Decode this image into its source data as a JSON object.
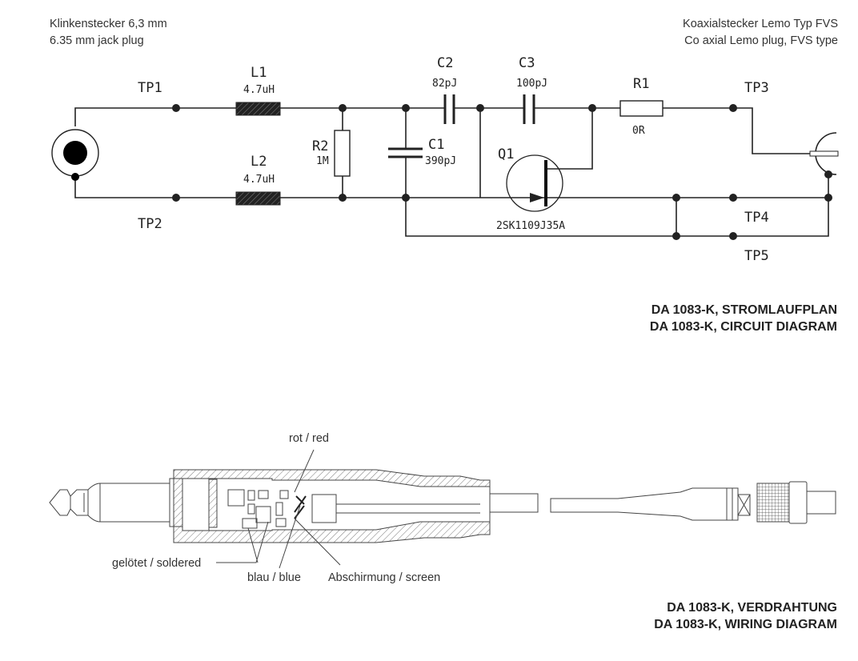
{
  "header": {
    "left_de": "Klinkenstecker 6,3 mm",
    "left_en": "6.35 mm jack plug",
    "right_de": "Koaxialstecker Lemo Typ FVS",
    "right_en": "Co axial Lemo plug, FVS type"
  },
  "circuit": {
    "tp1": "TP1",
    "tp2": "TP2",
    "tp3": "TP3",
    "tp4": "TP4",
    "tp5": "TP5",
    "l1": "L1",
    "l1_val": "4.7uH",
    "l2": "L2",
    "l2_val": "4.7uH",
    "r2": "R2",
    "r2_val": "1M",
    "c1": "C1",
    "c1_val": "390pJ",
    "c2": "C2",
    "c2_val": "82pJ",
    "c3": "C3",
    "c3_val": "100pJ",
    "r1": "R1",
    "r1_val": "0R",
    "q1": "Q1",
    "q1_val": "2SK1109J35A",
    "title_de": "DA 1083-K, STROMLAUFPLAN",
    "title_en": "DA 1083-K, CIRCUIT DIAGRAM"
  },
  "wiring": {
    "red": "rot / red",
    "soldered": "gelötet / soldered",
    "blue": "blau / blue",
    "screen": "Abschirmung / screen",
    "title_de": "DA 1083-K, VERDRAHTUNG",
    "title_en": "DA 1083-K, WIRING DIAGRAM"
  }
}
